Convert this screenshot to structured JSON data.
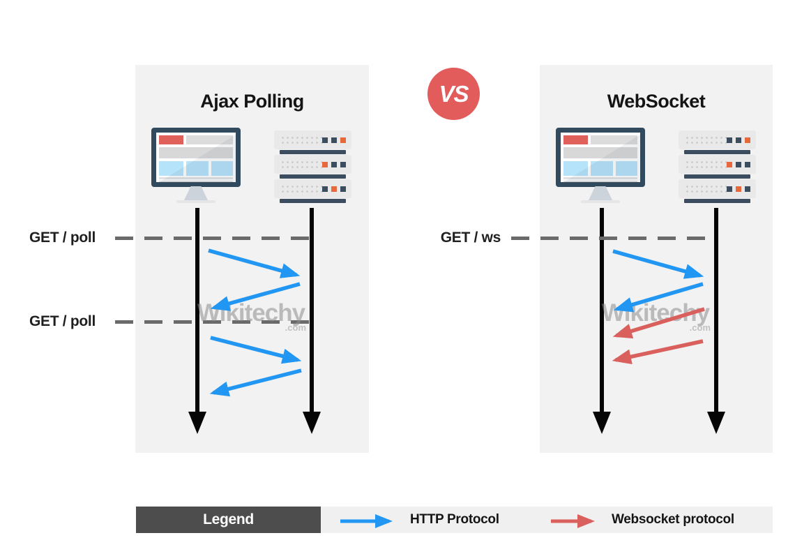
{
  "vs_badge": {
    "label": "VS",
    "color": "#e25c5c"
  },
  "panels": [
    {
      "id": "ajax-polling",
      "title": "Ajax Polling",
      "client_icon": "browser-monitor-icon",
      "server_icon": "server-rack-icon",
      "request_labels": [
        {
          "text": "GET / poll"
        },
        {
          "text": "GET / poll"
        }
      ],
      "messages": [
        {
          "from": "client",
          "to": "server",
          "protocol": "HTTP"
        },
        {
          "from": "server",
          "to": "client",
          "protocol": "HTTP"
        },
        {
          "from": "client",
          "to": "server",
          "protocol": "HTTP"
        },
        {
          "from": "server",
          "to": "client",
          "protocol": "HTTP"
        }
      ],
      "watermark": {
        "brand": "Wikitechy",
        "suffix": ".com"
      }
    },
    {
      "id": "websocket",
      "title": "WebSocket",
      "client_icon": "browser-monitor-icon",
      "server_icon": "server-rack-icon",
      "request_labels": [
        {
          "text": "GET / ws"
        }
      ],
      "messages": [
        {
          "from": "client",
          "to": "server",
          "protocol": "HTTP"
        },
        {
          "from": "server",
          "to": "client",
          "protocol": "HTTP"
        },
        {
          "from": "server",
          "to": "client",
          "protocol": "WebSocket"
        },
        {
          "from": "server",
          "to": "client",
          "protocol": "WebSocket"
        }
      ],
      "watermark": {
        "brand": "Wikitechy",
        "suffix": ".com"
      }
    }
  ],
  "legend": {
    "title": "Legend",
    "items": [
      {
        "label": "HTTP Protocol",
        "color": "#2196f3"
      },
      {
        "label": "Websocket protocol",
        "color": "#d9605d"
      }
    ]
  },
  "colors": {
    "panel_background": "#f2f2f2",
    "http_arrow": "#2196f3",
    "websocket_arrow": "#d9605d",
    "vs_badge": "#e25c5c",
    "lifeline": "#050505",
    "dashed_line": "#6a6a6a",
    "legend_header_background": "#4d4d4d"
  }
}
